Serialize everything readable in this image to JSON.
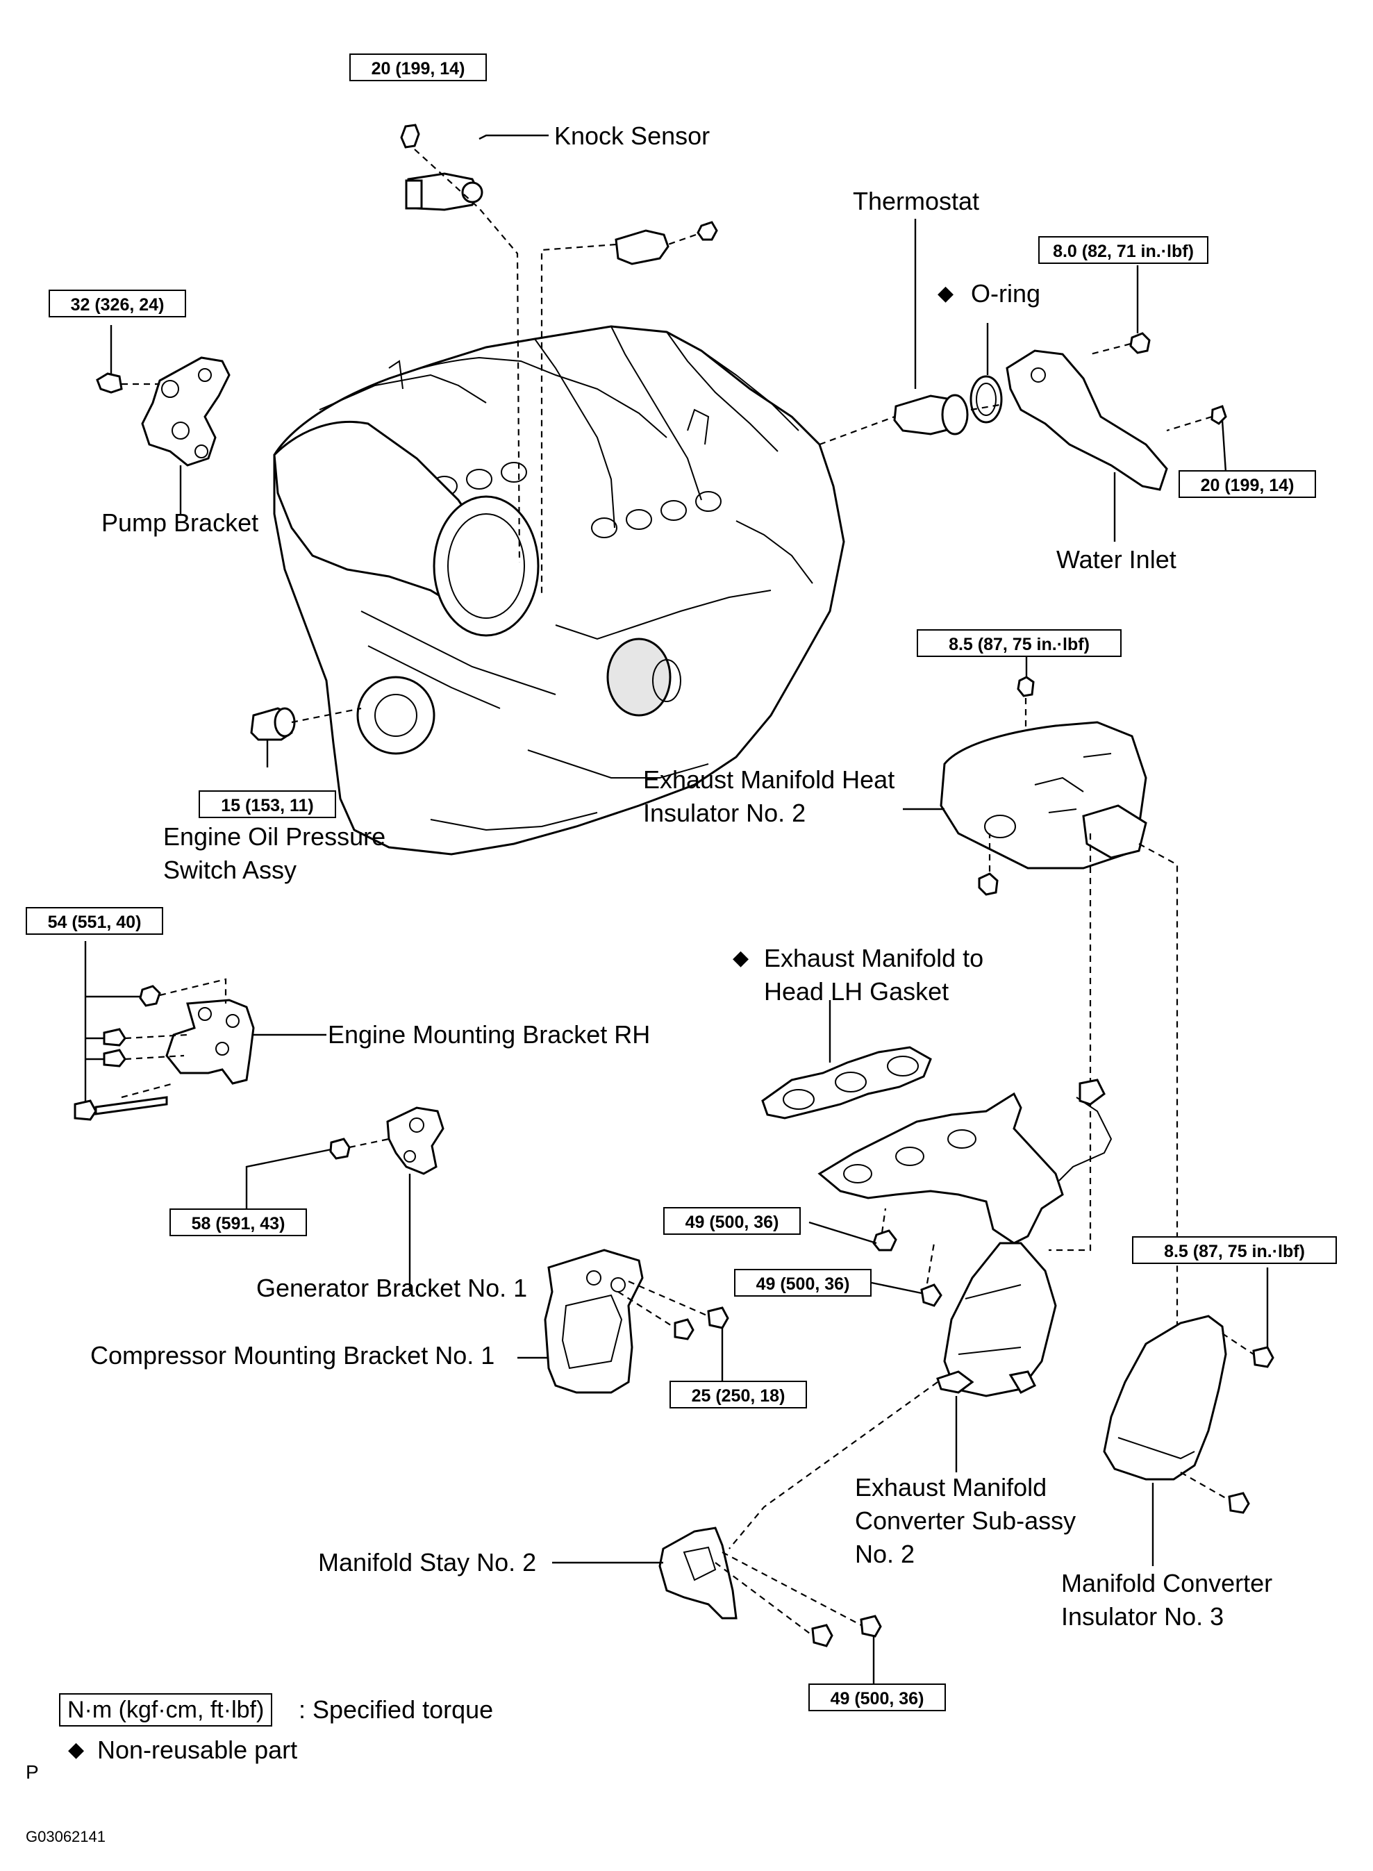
{
  "parts": {
    "knock_sensor": "Knock Sensor",
    "thermostat": "Thermostat",
    "o_ring": "O-ring",
    "pump_bracket": "Pump Bracket",
    "water_inlet": "Water Inlet",
    "exhaust_heat_insulator_l1": "Exhaust Manifold Heat",
    "exhaust_heat_insulator_l2": "Insulator No. 2",
    "oil_pressure_switch_l1": "Engine Oil Pressure",
    "oil_pressure_switch_l2": "Switch Assy",
    "exhaust_gasket_l1": "Exhaust Manifold to",
    "exhaust_gasket_l2": "Head LH Gasket",
    "engine_mounting_bracket": "Engine Mounting Bracket RH",
    "generator_bracket": "Generator Bracket No. 1",
    "compressor_bracket": "Compressor Mounting Bracket No. 1",
    "converter_l1": "Exhaust Manifold",
    "converter_l2": "Converter Sub-assy",
    "converter_l3": "No. 2",
    "manifold_stay": "Manifold Stay No. 2",
    "converter_insulator_l1": "Manifold Converter",
    "converter_insulator_l2": "Insulator No. 3"
  },
  "torques": {
    "knock_sensor_nut": "20 (199, 14)",
    "pump_bracket_bolt": "32 (326, 24)",
    "water_inlet_nut": "8.0 (82, 71 in.·lbf)",
    "water_inlet_bolt": "20 (199, 14)",
    "heat_insulator_bolt": "8.5 (87, 75 in.·lbf)",
    "oil_pressure_switch": "15 (153, 11)",
    "mounting_bracket_rh": "54 (551, 40)",
    "generator_bracket_nut": "58 (591, 43)",
    "manifold_nut": "49 (500, 36)",
    "manifold_bolt": "49 (500, 36)",
    "converter_insulator_nut": "8.5 (87, 75 in.·lbf)",
    "compressor_bracket_bolt": "25 (250, 18)",
    "stay_bolt": "49 (500, 36)"
  },
  "legend": {
    "unit_box": "N·m (kgf·cm, ft·lbf)",
    "unit_text": ": Specified torque",
    "diamond": "◆",
    "nonreusable": "Non-reusable part"
  },
  "footer": {
    "letter": "P",
    "code": "G03062141"
  }
}
